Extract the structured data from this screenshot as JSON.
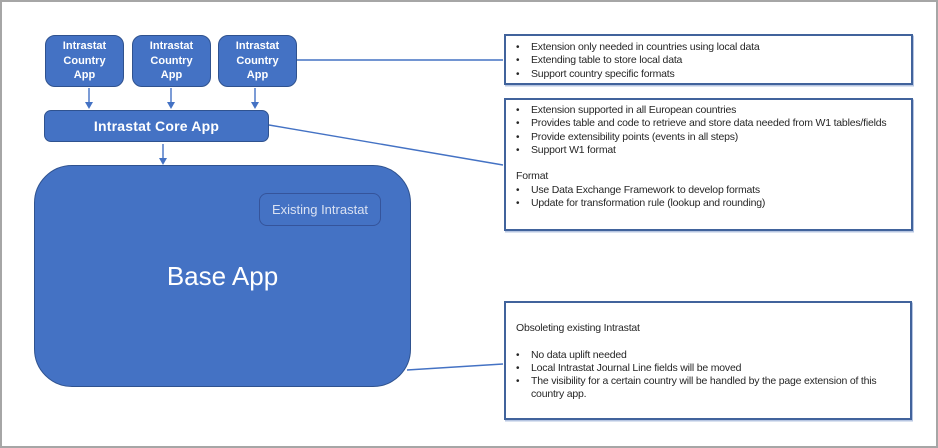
{
  "colors": {
    "shape_fill": "#4472C4",
    "shape_border": "#2F528F",
    "note_border": "#41639C",
    "connector": "#4472C4",
    "text_dark": "#262626",
    "badge_text": "#D9E1F2",
    "badge_border": "#35549B",
    "frame_border": "#A6A6A6"
  },
  "shapes": {
    "country_apps": [
      {
        "label": "Intrastat\nCountry\nApp"
      },
      {
        "label": "Intrastat\nCountry\nApp"
      },
      {
        "label": "Intrastat\nCountry\nApp"
      }
    ],
    "core_app": {
      "label": "Intrastat Core App"
    },
    "base_app": {
      "label": "Base App",
      "badge_label": "Existing Intrastat"
    }
  },
  "notes": [
    {
      "lines": [
        {
          "bullet": true,
          "text": "Extension only needed in countries using local data"
        },
        {
          "bullet": true,
          "text": "Extending table to store local data"
        },
        {
          "bullet": true,
          "text": "Support country specific formats"
        }
      ]
    },
    {
      "lines": [
        {
          "bullet": true,
          "text": "Extension supported in all European countries"
        },
        {
          "bullet": true,
          "text": "Provides table and code to retrieve and store data needed from W1 tables/fields"
        },
        {
          "bullet": true,
          "text": "Provide extensibility points (events in all steps)"
        },
        {
          "bullet": true,
          "text": "Support W1 format"
        },
        {
          "bullet": false,
          "text": ""
        },
        {
          "bullet": false,
          "text": "Format"
        },
        {
          "bullet": true,
          "text": "Use Data Exchange Framework to develop formats"
        },
        {
          "bullet": true,
          "text": "Update for transformation rule (lookup and rounding)"
        }
      ]
    },
    {
      "lines": [
        {
          "bullet": false,
          "text": "Obsoleting existing Intrastat"
        },
        {
          "bullet": false,
          "text": ""
        },
        {
          "bullet": true,
          "text": "No data uplift needed"
        },
        {
          "bullet": true,
          "text": "Local Intrastat Journal Line fields will be moved"
        },
        {
          "bullet": true,
          "text": "The visibility for a certain country will be handled by the page extension of this country app."
        }
      ]
    }
  ]
}
